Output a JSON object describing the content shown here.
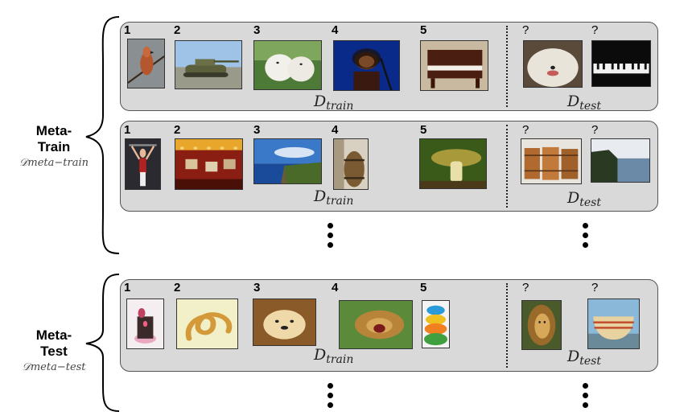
{
  "meta_train": {
    "title_line1": "Meta-",
    "title_line2": "Train",
    "subtitle": "𝒟meta−train"
  },
  "meta_test": {
    "title_line1": "Meta-",
    "title_line2": "Test",
    "subtitle": "𝒟meta−test"
  },
  "train_labels": [
    "1",
    "2",
    "3",
    "4",
    "5"
  ],
  "test_labels": [
    "?",
    "?"
  ],
  "d_train": {
    "base": "D",
    "sub": "train"
  },
  "d_test": {
    "base": "D",
    "sub": "test"
  },
  "episodes": [
    {
      "train_images": [
        "bird-image",
        "tank-image",
        "white-dog-image",
        "singer-image",
        "piano-image"
      ],
      "test_images": [
        "shaggy-dog-image",
        "keyboard-image"
      ]
    },
    {
      "train_images": [
        "gymnast-image",
        "carousel-image",
        "cliff-image",
        "barrel-image",
        "mushroom-image"
      ],
      "test_images": [
        "barrels-image",
        "cliffs-image"
      ]
    },
    {
      "train_images": [
        "cake-image",
        "pretzel-image",
        "golden-dog-image",
        "roaring-lion-image",
        "bowls-image"
      ],
      "test_images": [
        "lion-image",
        "bowl-image"
      ]
    }
  ],
  "colors": {
    "episode_fill": "#d9d9d9",
    "episode_border": "#555555"
  }
}
